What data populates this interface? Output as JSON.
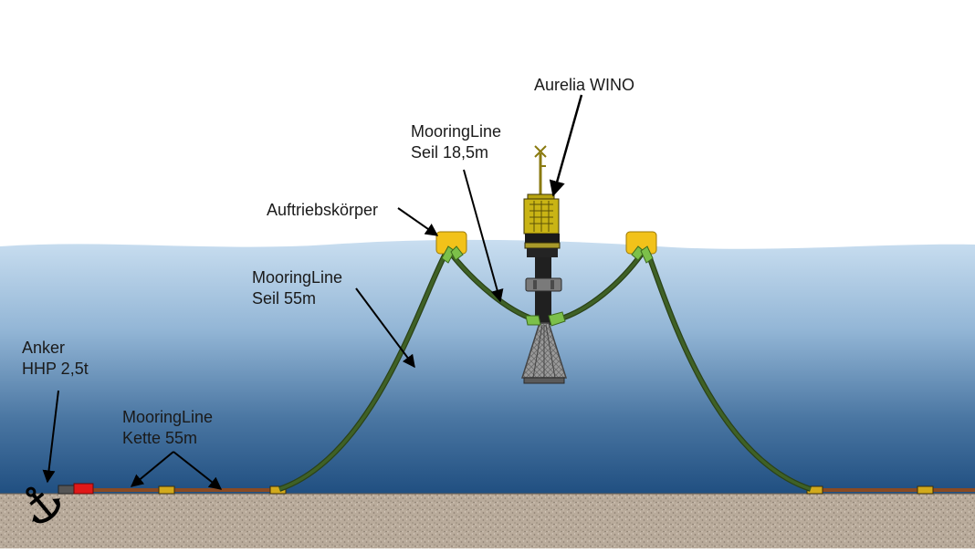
{
  "labels": {
    "wino": "Aurelia WINO",
    "short_line_1": "MooringLine",
    "short_line_2": "Seil 18,5m",
    "buoy": "Auftriebskörper",
    "long_line_1": "MooringLine",
    "long_line_2": "Seil 55m",
    "anchor_1": "Anker",
    "anchor_2": "HHP 2,5t",
    "chain_1": "MooringLine",
    "chain_2": "Kette 55m"
  },
  "colors": {
    "water_top": "#c9def0",
    "water_mid": "#7ea6c9",
    "water_bottom": "#1f4e80",
    "seabed": "#b8aa9a",
    "rope": "#3c5a22",
    "buoy": "#f2c21a",
    "connector": "#7cc04a",
    "chain": "#8a4a22",
    "device_yellow": "#c9b415",
    "anchor_block": "#e01818"
  },
  "icons": {
    "anchor": "anchor-icon"
  }
}
